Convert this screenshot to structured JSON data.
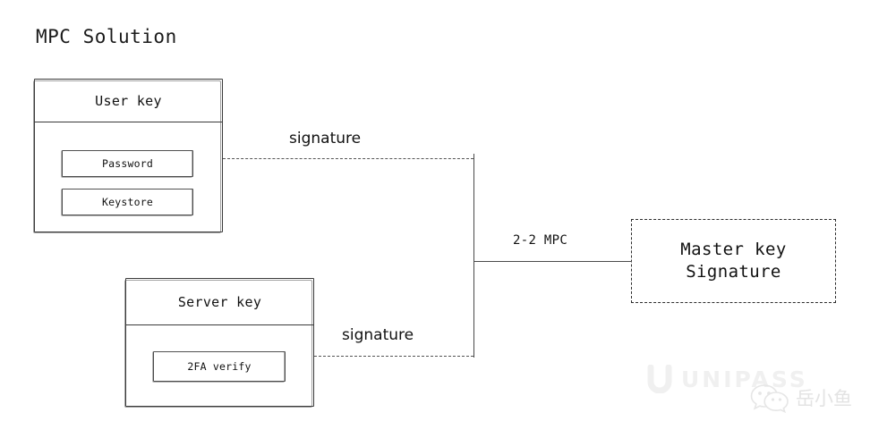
{
  "title": "MPC Solution",
  "nodes": {
    "user_key": {
      "header": "User key",
      "items": [
        "Password",
        "Keystore"
      ]
    },
    "server_key": {
      "header": "Server key",
      "items": [
        "2FA verify"
      ]
    },
    "master_key": {
      "line1": "Master key",
      "line2": "Signature"
    }
  },
  "connectors": {
    "user_signature_label": "signature",
    "server_signature_label": "signature",
    "mpc_label": "2-2 MPC"
  },
  "watermarks": {
    "unipass": "UNIPASS",
    "wechat_name": "岳小鱼"
  },
  "colors": {
    "background": "#ffffff",
    "stroke": "#3a3a3a",
    "text": "#111111",
    "watermark": "#f0f0f0"
  }
}
